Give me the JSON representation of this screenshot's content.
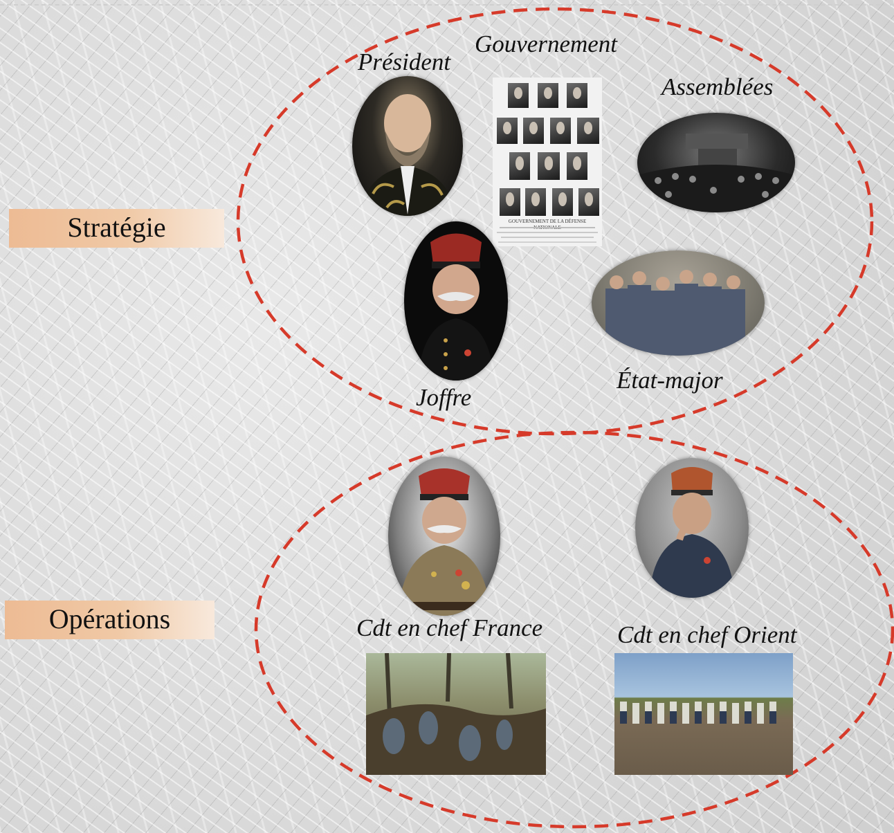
{
  "zones": {
    "strategie": {
      "label": "Stratégie",
      "border_color": "#d63a2a"
    },
    "operations": {
      "label": "Opérations",
      "border_color": "#d63a2a"
    }
  },
  "captions": {
    "president": "Président",
    "gouvernement": "Gouvernement",
    "assemblees": "Assemblées",
    "joffre": "Joffre",
    "etat_major": "État-major",
    "cdt_france": "Cdt en chef France",
    "cdt_orient": "Cdt en chef Orient"
  },
  "gouvernement_photo": {
    "title": "GOUVERNEMENT DE LA DÉFENSE NATIONALE"
  }
}
